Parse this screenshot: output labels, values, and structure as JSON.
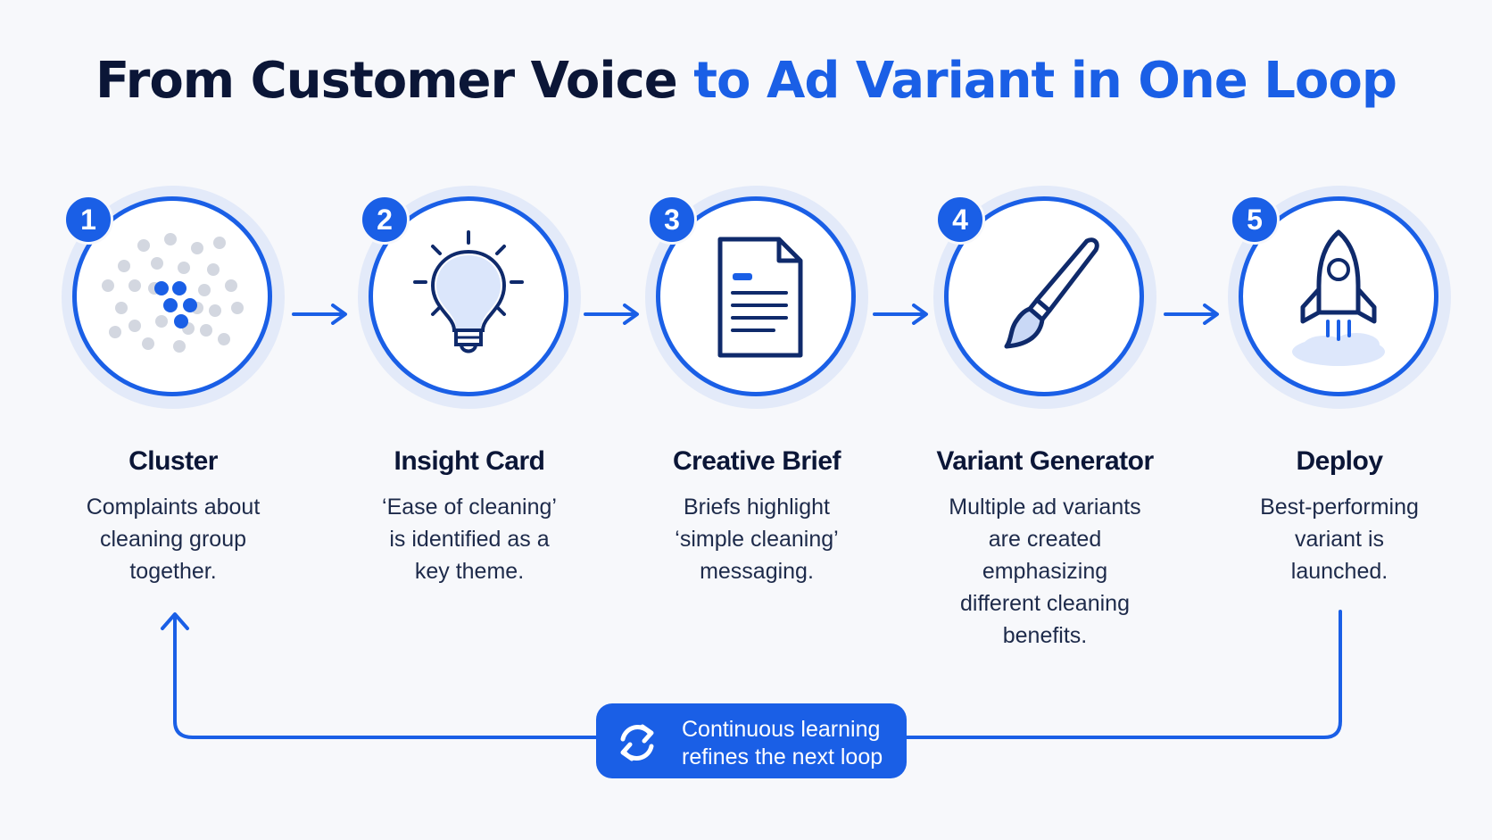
{
  "title": {
    "dark": "From Customer Voice",
    "accent": "to Ad Variant in One Loop"
  },
  "steps": [
    {
      "number": "1",
      "icon": "cluster-dots-icon",
      "title": "Cluster",
      "desc": [
        "Complaints about",
        "cleaning group",
        "together."
      ]
    },
    {
      "number": "2",
      "icon": "lightbulb-icon",
      "title": "Insight Card",
      "desc": [
        "‘Ease of cleaning’",
        "is identified as a",
        "key theme."
      ]
    },
    {
      "number": "3",
      "icon": "document-icon",
      "title": "Creative Brief",
      "desc": [
        "Briefs highlight",
        "‘simple cleaning’",
        "messaging."
      ]
    },
    {
      "number": "4",
      "icon": "paintbrush-icon",
      "title": "Variant Generator",
      "desc": [
        "Multiple ad variants",
        "are created",
        "emphasizing",
        "different cleaning",
        "benefits."
      ]
    },
    {
      "number": "5",
      "icon": "rocket-icon",
      "title": "Deploy",
      "desc": [
        "Best-performing",
        "variant is",
        "launched."
      ]
    }
  ],
  "loop": {
    "icon": "refresh-icon",
    "lines": [
      "Continuous learning",
      "refines the next loop"
    ]
  },
  "colors": {
    "accent": "#1a5fe6",
    "dark_text": "#0b1637",
    "halo": "#e3eaf9",
    "cluster_gray": "#d3d7e0"
  }
}
